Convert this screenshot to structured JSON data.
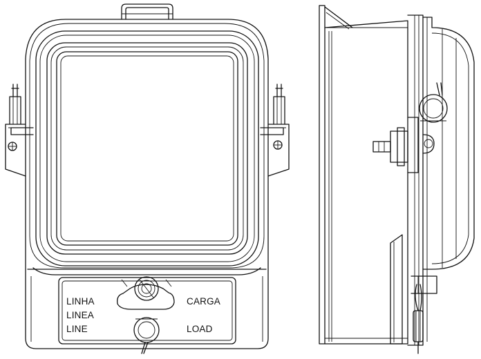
{
  "front_view": {
    "left_labels": [
      "LINHA",
      "LINEA",
      "LINE"
    ],
    "right_labels": [
      "CARGA",
      "LOAD"
    ]
  }
}
